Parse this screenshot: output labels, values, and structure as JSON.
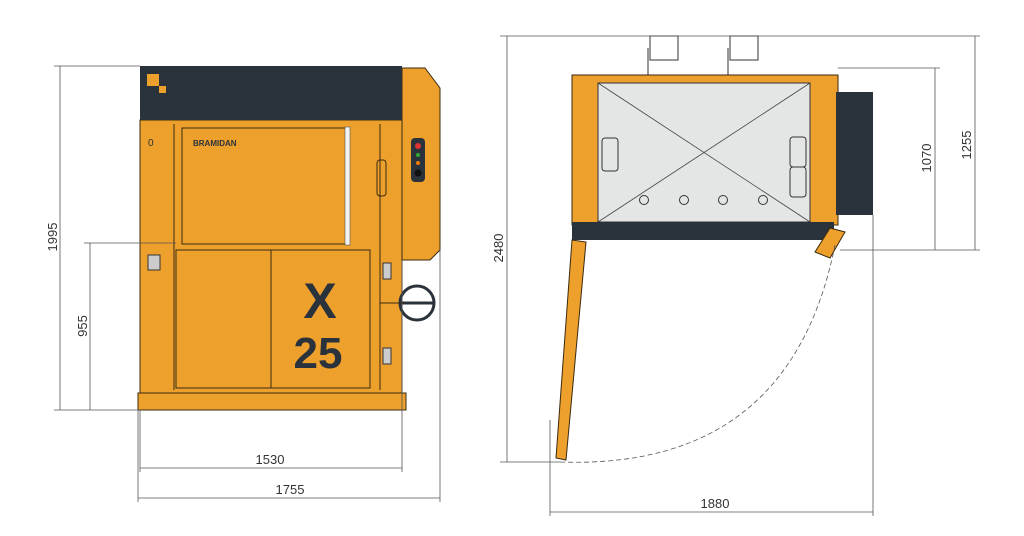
{
  "front_view": {
    "brand": "BRAMIDAN",
    "model_letter": "X",
    "model_number": "25",
    "panel_mark": "0",
    "dimensions": {
      "height_total": "1995",
      "height_opening": "955",
      "width_body": "1530",
      "width_total": "1755"
    }
  },
  "top_view": {
    "dimensions": {
      "depth_door_open": "2480",
      "depth_body": "1070",
      "depth_total": "1255",
      "width_door_open": "1880"
    }
  },
  "colors": {
    "body": "#EDA02C",
    "dark": "#2A323B",
    "plate": "#E4E6E5",
    "line": "#555555"
  }
}
